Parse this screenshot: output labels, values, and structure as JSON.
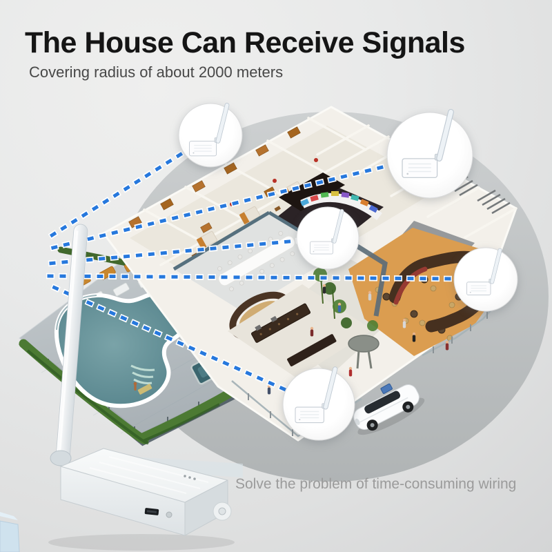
{
  "header": {
    "title": "The House Can Receive Signals",
    "subtitle": "Covering radius of about 2000 meters"
  },
  "footer": {
    "caption": "Solve the problem of time-consuming wiring"
  },
  "diagram": {
    "receiver_count": 5,
    "signal_line_count": 5,
    "scene": "isometric house floor plan with pool, hotel rooms, restaurant, internet cafe and driveway",
    "transmitter": "white wireless transmitter box with long antenna",
    "receivers": "white wireless receiver modules highlighted in circles"
  },
  "colors": {
    "signal-blue": "#2678dd",
    "pool-teal": "#54838a",
    "hedge-green": "#4c7a33",
    "restaurant-tan": "#db9d50",
    "deck-gray": "#b6bdc1",
    "backdrop-gray": "#b9bcbd",
    "device-white": "#fbfcfd",
    "title-color": "#151515",
    "subtitle-color": "#474747",
    "caption-color": "#9b9b9b",
    "background": "#e6e7e7"
  }
}
